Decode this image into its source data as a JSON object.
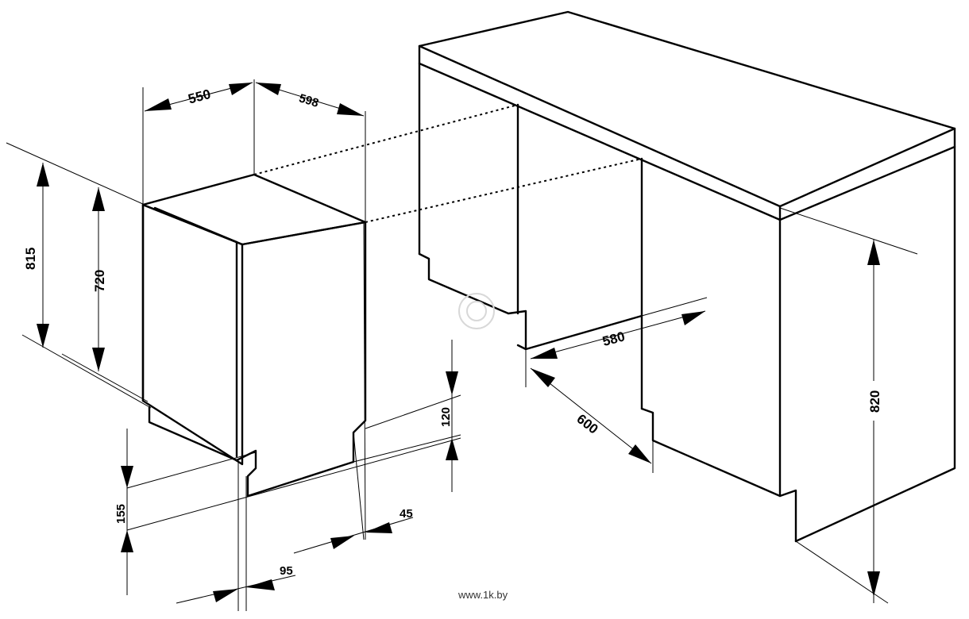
{
  "dimensions": {
    "d550": "550",
    "d598": "598",
    "d815": "815",
    "d720": "720",
    "d120": "120",
    "d155": "155",
    "d45": "45",
    "d95": "95",
    "d580": "580",
    "d600": "600",
    "d820": "820"
  },
  "watermark": "www.1k.by",
  "colors": {
    "line": "#000000",
    "background": "#ffffff"
  }
}
